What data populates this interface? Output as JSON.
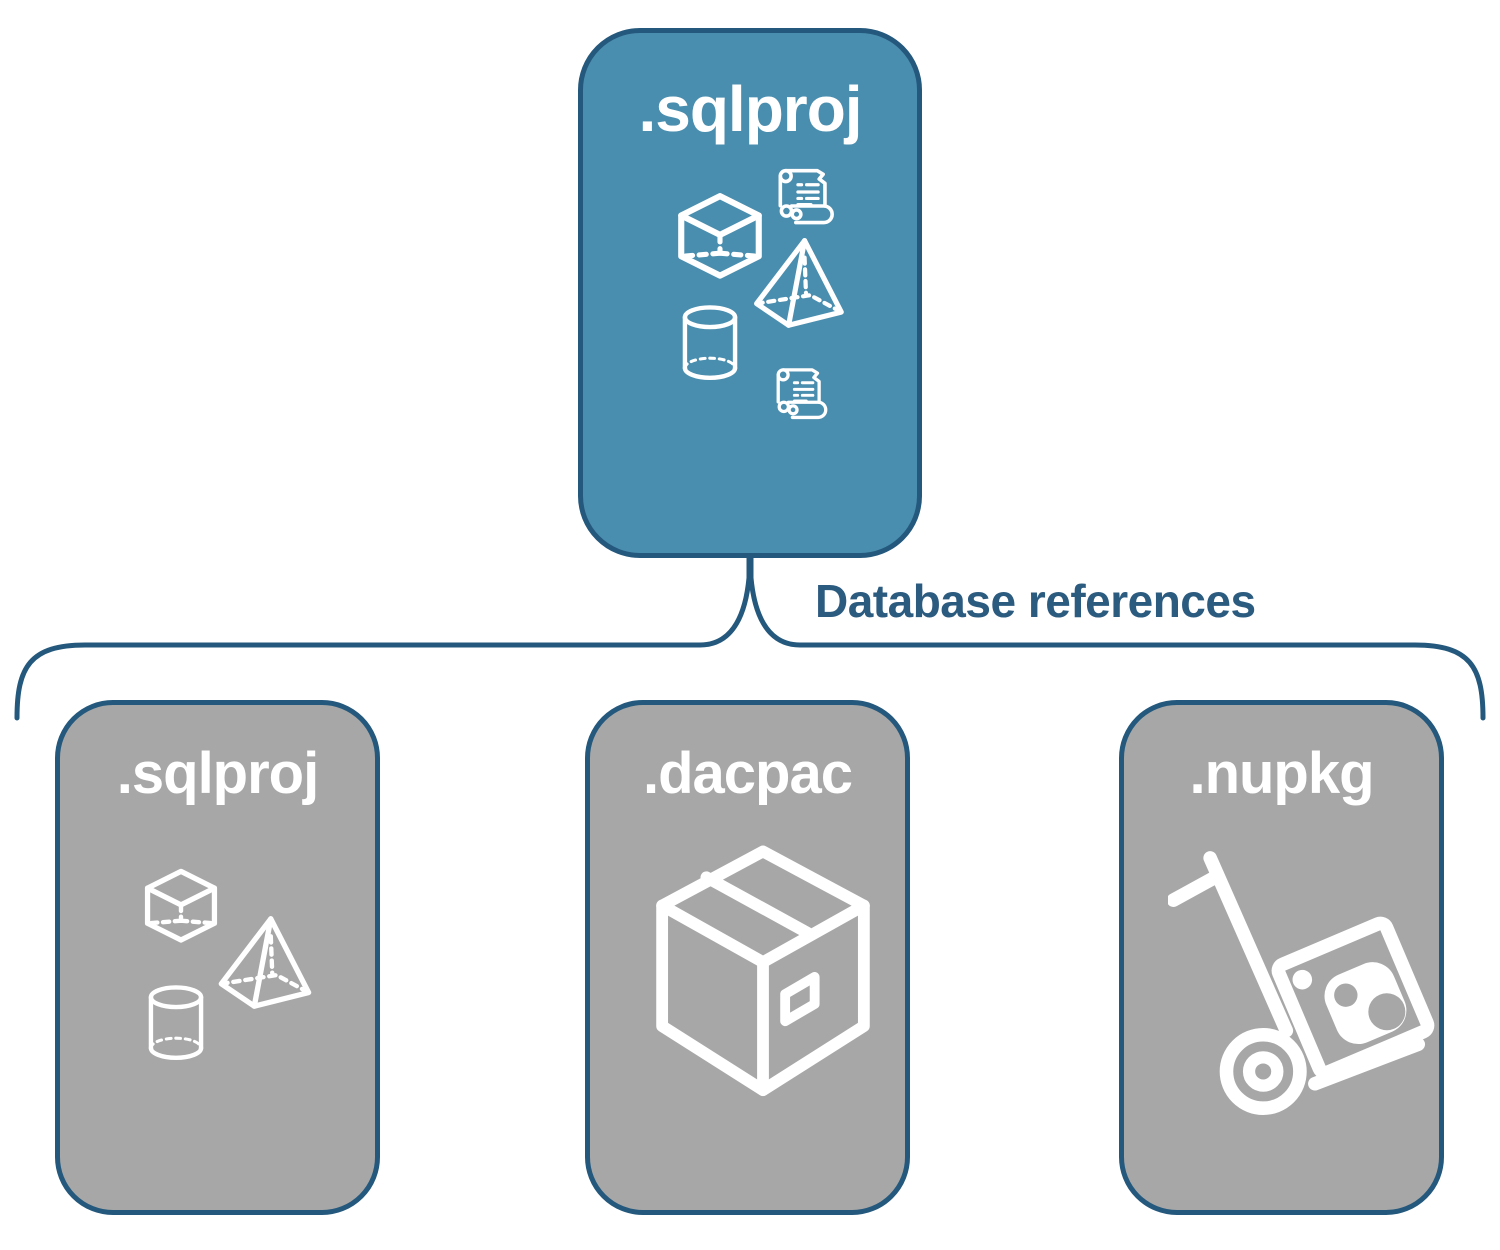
{
  "theme": {
    "colors": {
      "teal": "#4A8EAF",
      "gray": "#A7A7A7",
      "navy": "#24587C",
      "navy-text": "#2C5B80",
      "white": "#FFFFFF"
    }
  },
  "diagram": {
    "root_node": {
      "label": ".sqlproj",
      "icons": [
        "cube-icon",
        "scroll-icon",
        "pyramid-icon",
        "cylinder-icon",
        "scroll-icon"
      ]
    },
    "connector": {
      "label": "Database references",
      "shape": "upward-brace"
    },
    "child_nodes": [
      {
        "label": ".sqlproj",
        "icons": [
          "cube-icon",
          "pyramid-icon",
          "cylinder-icon"
        ]
      },
      {
        "label": ".dacpac",
        "icons": [
          "package-box-icon"
        ]
      },
      {
        "label": ".nupkg",
        "icons": [
          "hand-truck-nuget-icon"
        ]
      }
    ]
  }
}
